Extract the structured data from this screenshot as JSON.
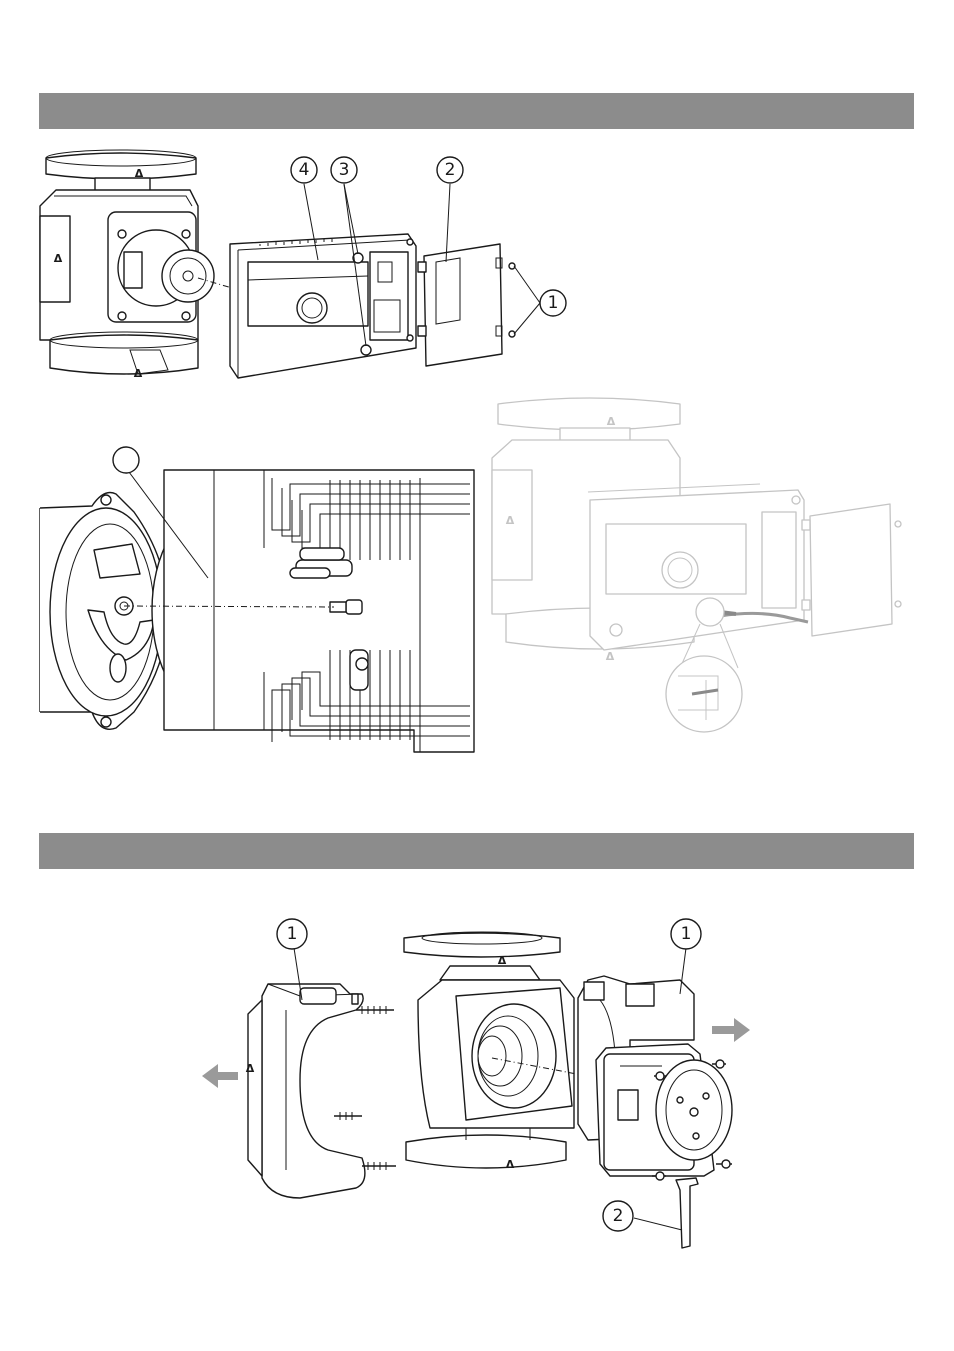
{
  "section_bars": {
    "color": "#8c8c8c"
  },
  "figure_a": {
    "callouts": [
      {
        "id": "c4",
        "label": "4"
      },
      {
        "id": "c3",
        "label": "3"
      },
      {
        "id": "c2",
        "label": "2"
      },
      {
        "id": "c1",
        "label": "1"
      }
    ],
    "blank_callout": ""
  },
  "figure_b": {
    "callouts": [
      {
        "id": "left1",
        "label": "1"
      },
      {
        "id": "right1",
        "label": "1"
      },
      {
        "id": "key2",
        "label": "2"
      }
    ],
    "arrow_color": "#9a9a9a"
  },
  "symbols": {
    "triangle": "Δ"
  }
}
